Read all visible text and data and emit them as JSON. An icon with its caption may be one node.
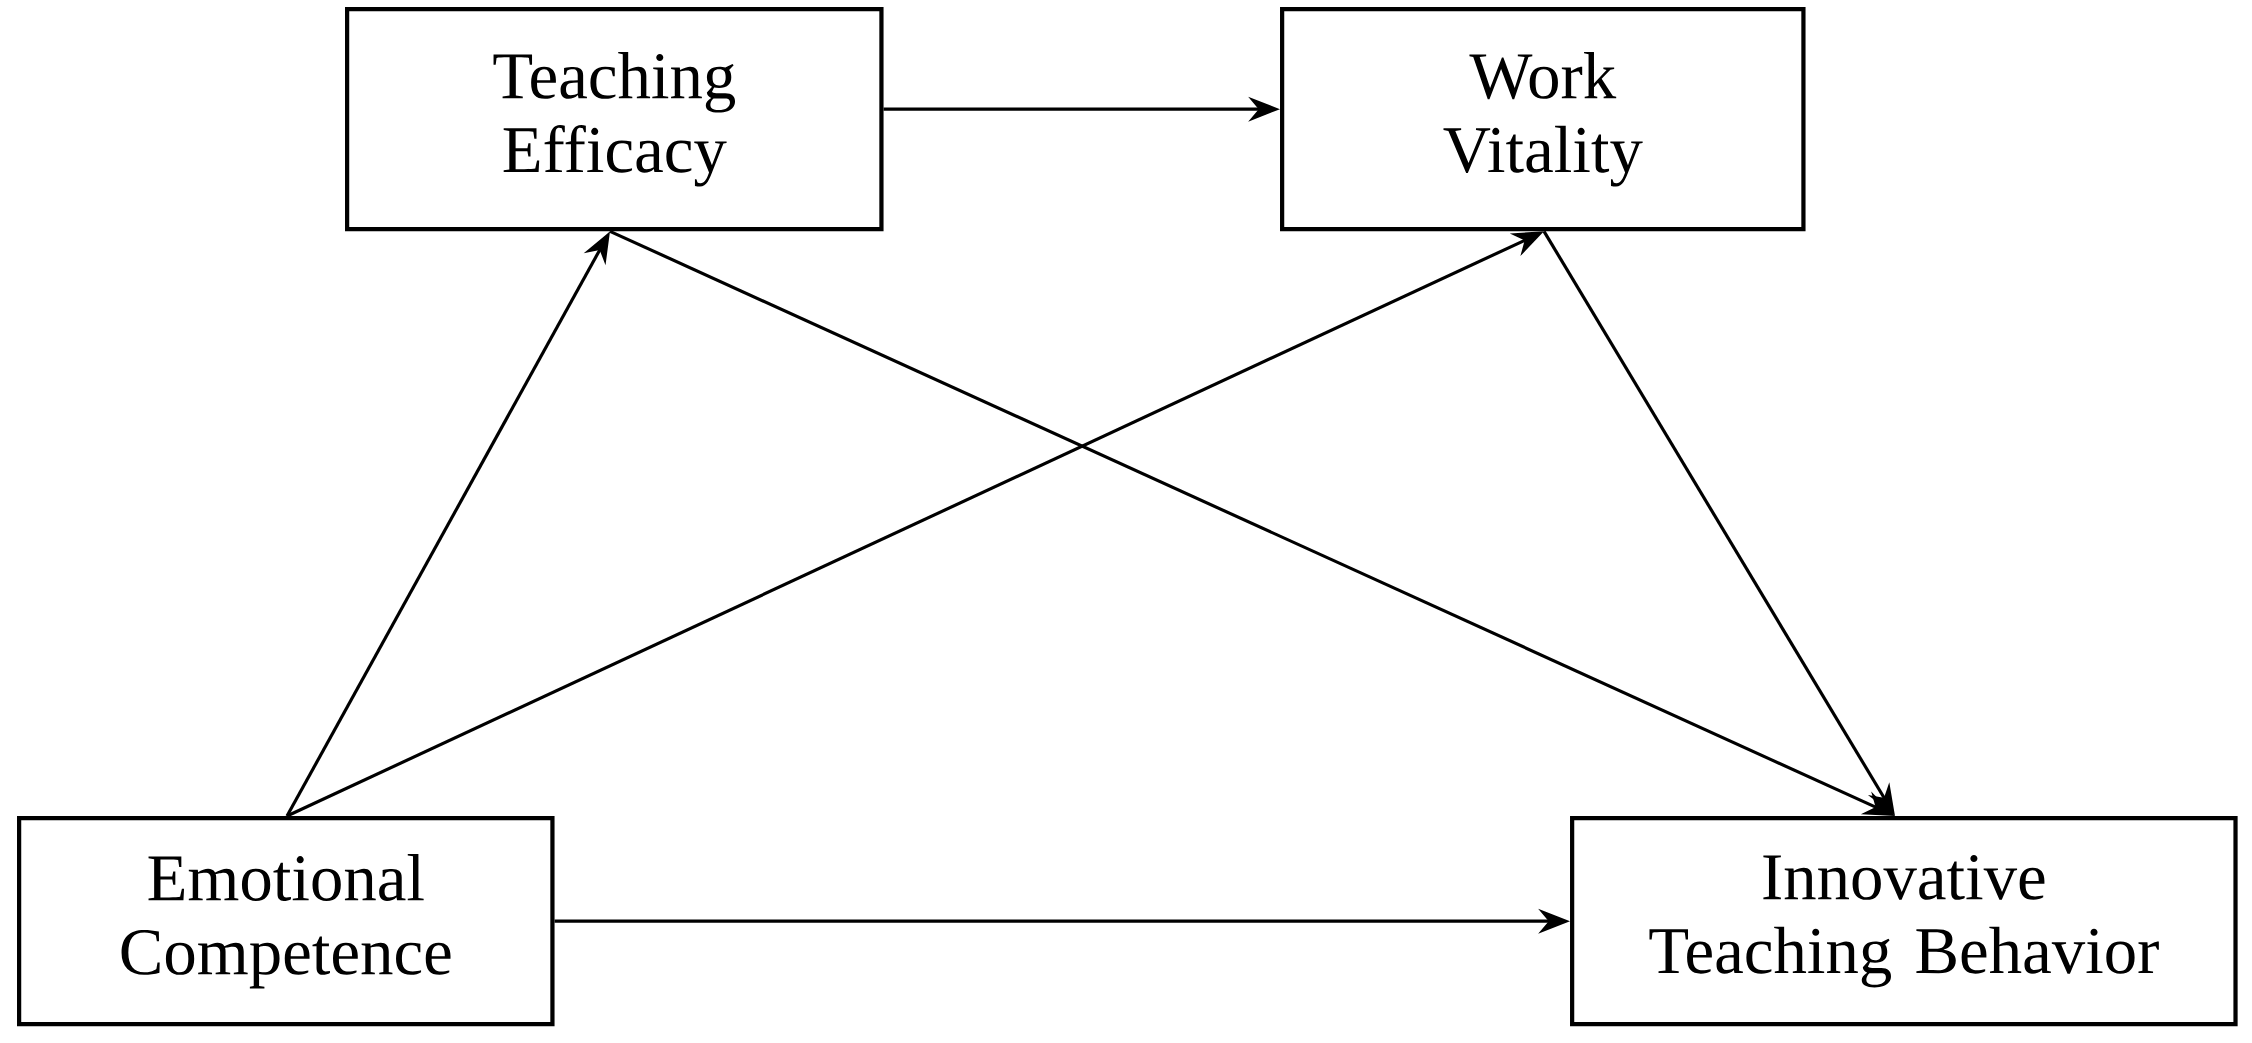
{
  "diagram": {
    "nodes": [
      {
        "text": [
          "Teaching Efficacy"
        ]
      },
      {
        "text": [
          "Work Vitality"
        ]
      },
      {
        "text": [
          "Emotional Competence"
        ]
      },
      {
        "text": [
          "Innovative Teaching Behavior"
        ]
      }
    ],
    "edges": [
      {
        "from": 0,
        "to": 1,
        "arrow": "to"
      },
      {
        "from": 2,
        "to": 0,
        "arrow": "to"
      },
      {
        "from": 2,
        "to": 1,
        "arrow": "to"
      },
      {
        "from": 0,
        "to": 3,
        "arrow": "to"
      },
      {
        "from": 1,
        "to": 3,
        "arrow": "to"
      },
      {
        "from": 2,
        "to": 3,
        "arrow": "to"
      }
    ]
  }
}
